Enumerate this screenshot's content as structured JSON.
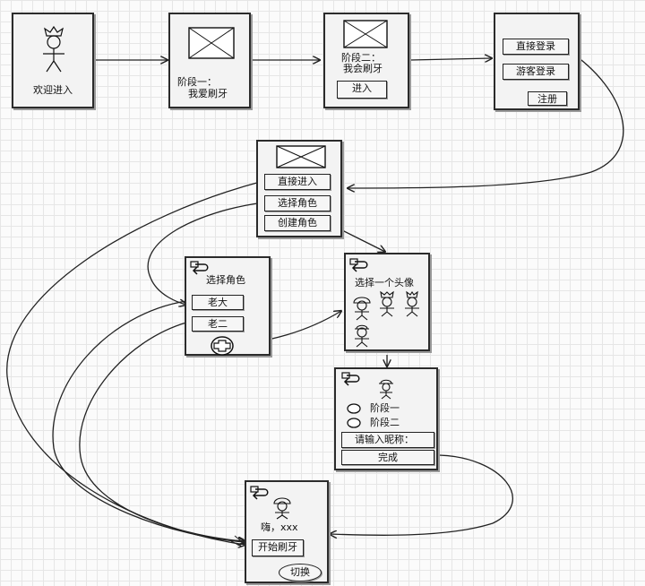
{
  "screens": {
    "welcome": {
      "label": "欢迎进入"
    },
    "stage1": {
      "line1": "阶段一：",
      "line2": "我爱刷牙"
    },
    "stage2": {
      "line1": "阶段二：",
      "line2": "我会刷牙",
      "enter_button": "进入"
    },
    "login": {
      "direct_login": "直接登录",
      "guest_login": "游客登录",
      "register": "注册"
    },
    "entry": {
      "direct_enter": "直接进入",
      "select_role": "选择角色",
      "create_role": "创建角色"
    },
    "select_role": {
      "title": "选择角色",
      "role1": "老大",
      "role2": "老二"
    },
    "avatar_select": {
      "title": "选择一个头像"
    },
    "create_form": {
      "option1": "阶段一",
      "option2": "阶段二",
      "nickname_field": "请输入昵称：",
      "done_button": "完成"
    },
    "home": {
      "greeting": "嗨，xxx",
      "start_button": "开始刷牙",
      "switch_button": "切换"
    }
  }
}
